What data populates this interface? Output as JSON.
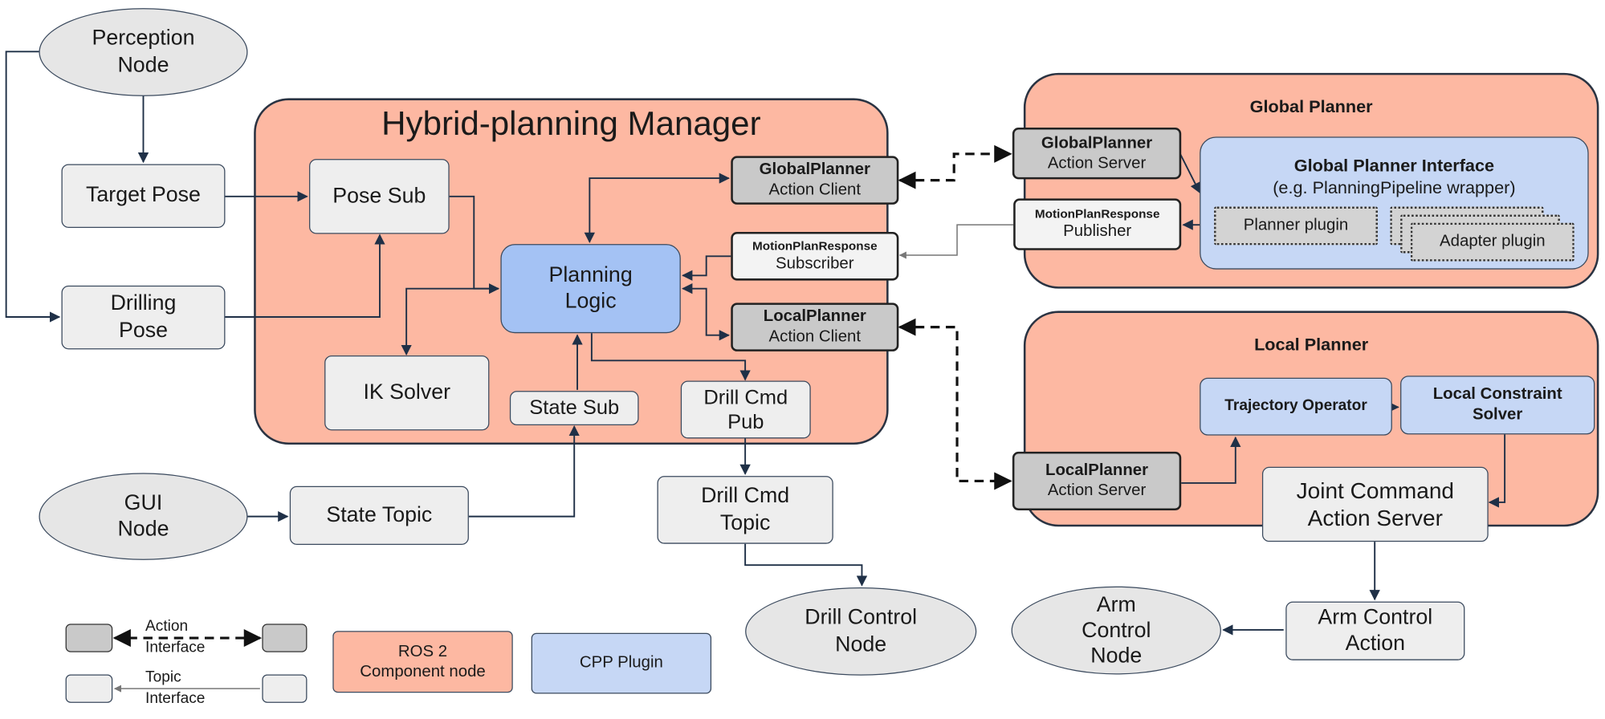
{
  "manager": {
    "title": "Hybrid-planning Manager"
  },
  "global_planner": {
    "title": "Global Planner",
    "interface_title": "Global Planner Interface",
    "interface_subtitle": "(e.g. PlanningPipeline wrapper)",
    "planner_plugin": "Planner plugin",
    "adapter_plugin": "Adapter plugin",
    "action_server": [
      "GlobalPlanner",
      "Action Server"
    ],
    "publisher": [
      "MotionPlanResponse",
      "Publisher"
    ]
  },
  "local_planner": {
    "title": "Local Planner",
    "trajectory_operator": "Trajectory Operator",
    "local_constraint_solver": [
      "Local Constraint",
      "Solver"
    ],
    "action_server": [
      "LocalPlanner",
      "Action Server"
    ]
  },
  "boxes": {
    "perception_node": [
      "Perception",
      "Node"
    ],
    "target_pose": "Target Pose",
    "drilling_pose": [
      "Drilling",
      "Pose"
    ],
    "pose_sub": "Pose Sub",
    "planning_logic": [
      "Planning",
      "Logic"
    ],
    "ik_solver": "IK Solver",
    "state_sub": "State Sub",
    "drill_cmd_pub": [
      "Drill Cmd",
      "Pub"
    ],
    "global_action_client": [
      "GlobalPlanner",
      "Action Client"
    ],
    "motion_plan_subscriber": [
      "MotionPlanResponse",
      "Subscriber"
    ],
    "local_action_client": [
      "LocalPlanner",
      "Action Client"
    ],
    "gui_node": [
      "GUI",
      "Node"
    ],
    "state_topic": "State Topic",
    "drill_cmd_topic": [
      "Drill Cmd",
      "Topic"
    ],
    "drill_control_node": [
      "Drill Control",
      "Node"
    ],
    "joint_command_server": [
      "Joint Command",
      "Action Server"
    ],
    "arm_control_action": [
      "Arm Control",
      "Action"
    ],
    "arm_control_node": [
      "Arm",
      "Control",
      "Node"
    ]
  },
  "legend": {
    "action_interface": [
      "Action",
      "Interface"
    ],
    "topic_interface": [
      "Topic",
      "Interface"
    ],
    "ros2_component": [
      "ROS 2",
      "Component node"
    ],
    "cpp_plugin": "CPP Plugin"
  },
  "colors": {
    "component": "#fdb8a2",
    "plugin": "#c6d7f5",
    "planning_logic": "#a4c2f4",
    "node": "#e6e6e6",
    "wire": "#1f3047"
  }
}
